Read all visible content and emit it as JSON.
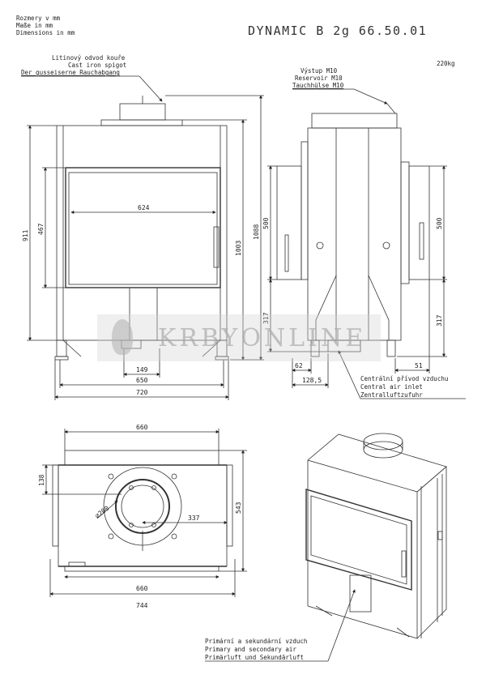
{
  "header": {
    "units": [
      "Rozmery v mm",
      "Maße in mm",
      "Dimensions in mm"
    ],
    "model_title": "DYNAMIC B 2g 66.50.01",
    "weight": "220kg"
  },
  "callouts": {
    "flue": [
      "Litinový odvod kouře",
      "Cast iron spigot",
      "Der gusseiserne Rauchabgang"
    ],
    "outlet": [
      "Výstup M10",
      "Reservoir M10",
      "Tauchhülse M10"
    ],
    "central_air": [
      "Centrální přívod vzduchu",
      "Central air inlet",
      "Zentralluftzufuhr"
    ],
    "primary_air": [
      "Primární a sekundární vzduch",
      "Primary and secondary air",
      "Primärluft und Sekundärluft"
    ]
  },
  "dimensions": {
    "front": {
      "glass_width": "624",
      "height_glass": "467",
      "height_overall": "911",
      "height_total": "1003",
      "height_flue": "1088",
      "spigot_offset": "149",
      "inner_width": "650",
      "outer_width": "720"
    },
    "side": {
      "height_upper": "500",
      "height_lower": "317",
      "right_upper": "500",
      "right_lower": "317",
      "foot_left": "62",
      "inlet_offset": "128,5",
      "foot_right": "51"
    },
    "top": {
      "width_top": "660",
      "depth_front": "138",
      "diameter": "⌀200",
      "flue_offset": "337",
      "depth": "543",
      "width_bottom": "660",
      "width_outer": "744"
    }
  },
  "watermark": "KRBYONLINE"
}
